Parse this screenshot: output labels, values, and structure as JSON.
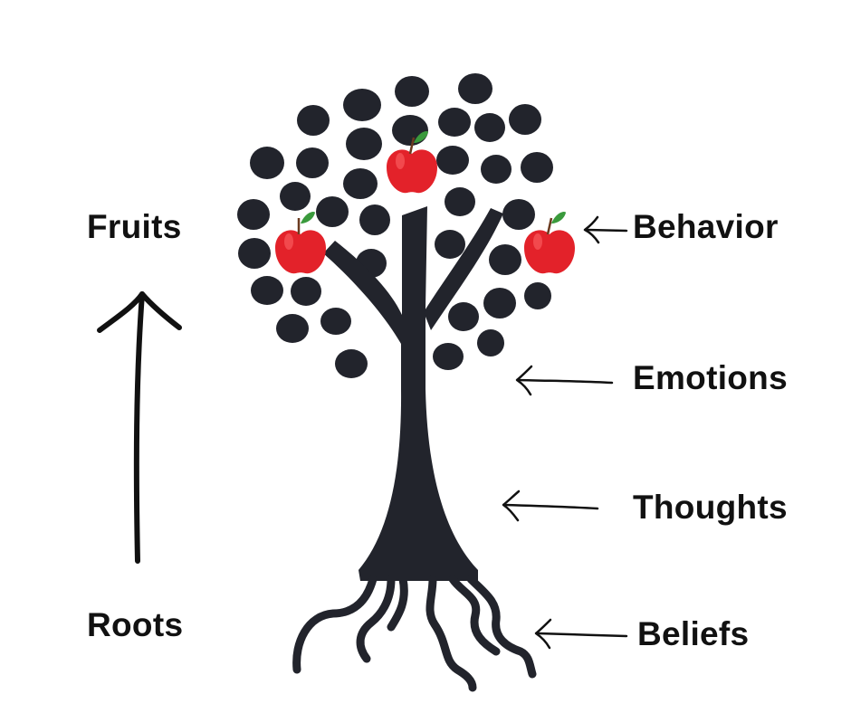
{
  "labels": {
    "fruits": "Fruits",
    "roots": "Roots",
    "behavior": "Behavior",
    "emotions": "Emotions",
    "thoughts": "Thoughts",
    "beliefs": "Beliefs"
  },
  "colors": {
    "tree": "#22242c",
    "apple": "#e3222a",
    "leaf": "#3a9a3c",
    "text": "#111111"
  },
  "icons": [
    "apple-icon",
    "arrow-left-icon",
    "arrow-up-icon"
  ]
}
